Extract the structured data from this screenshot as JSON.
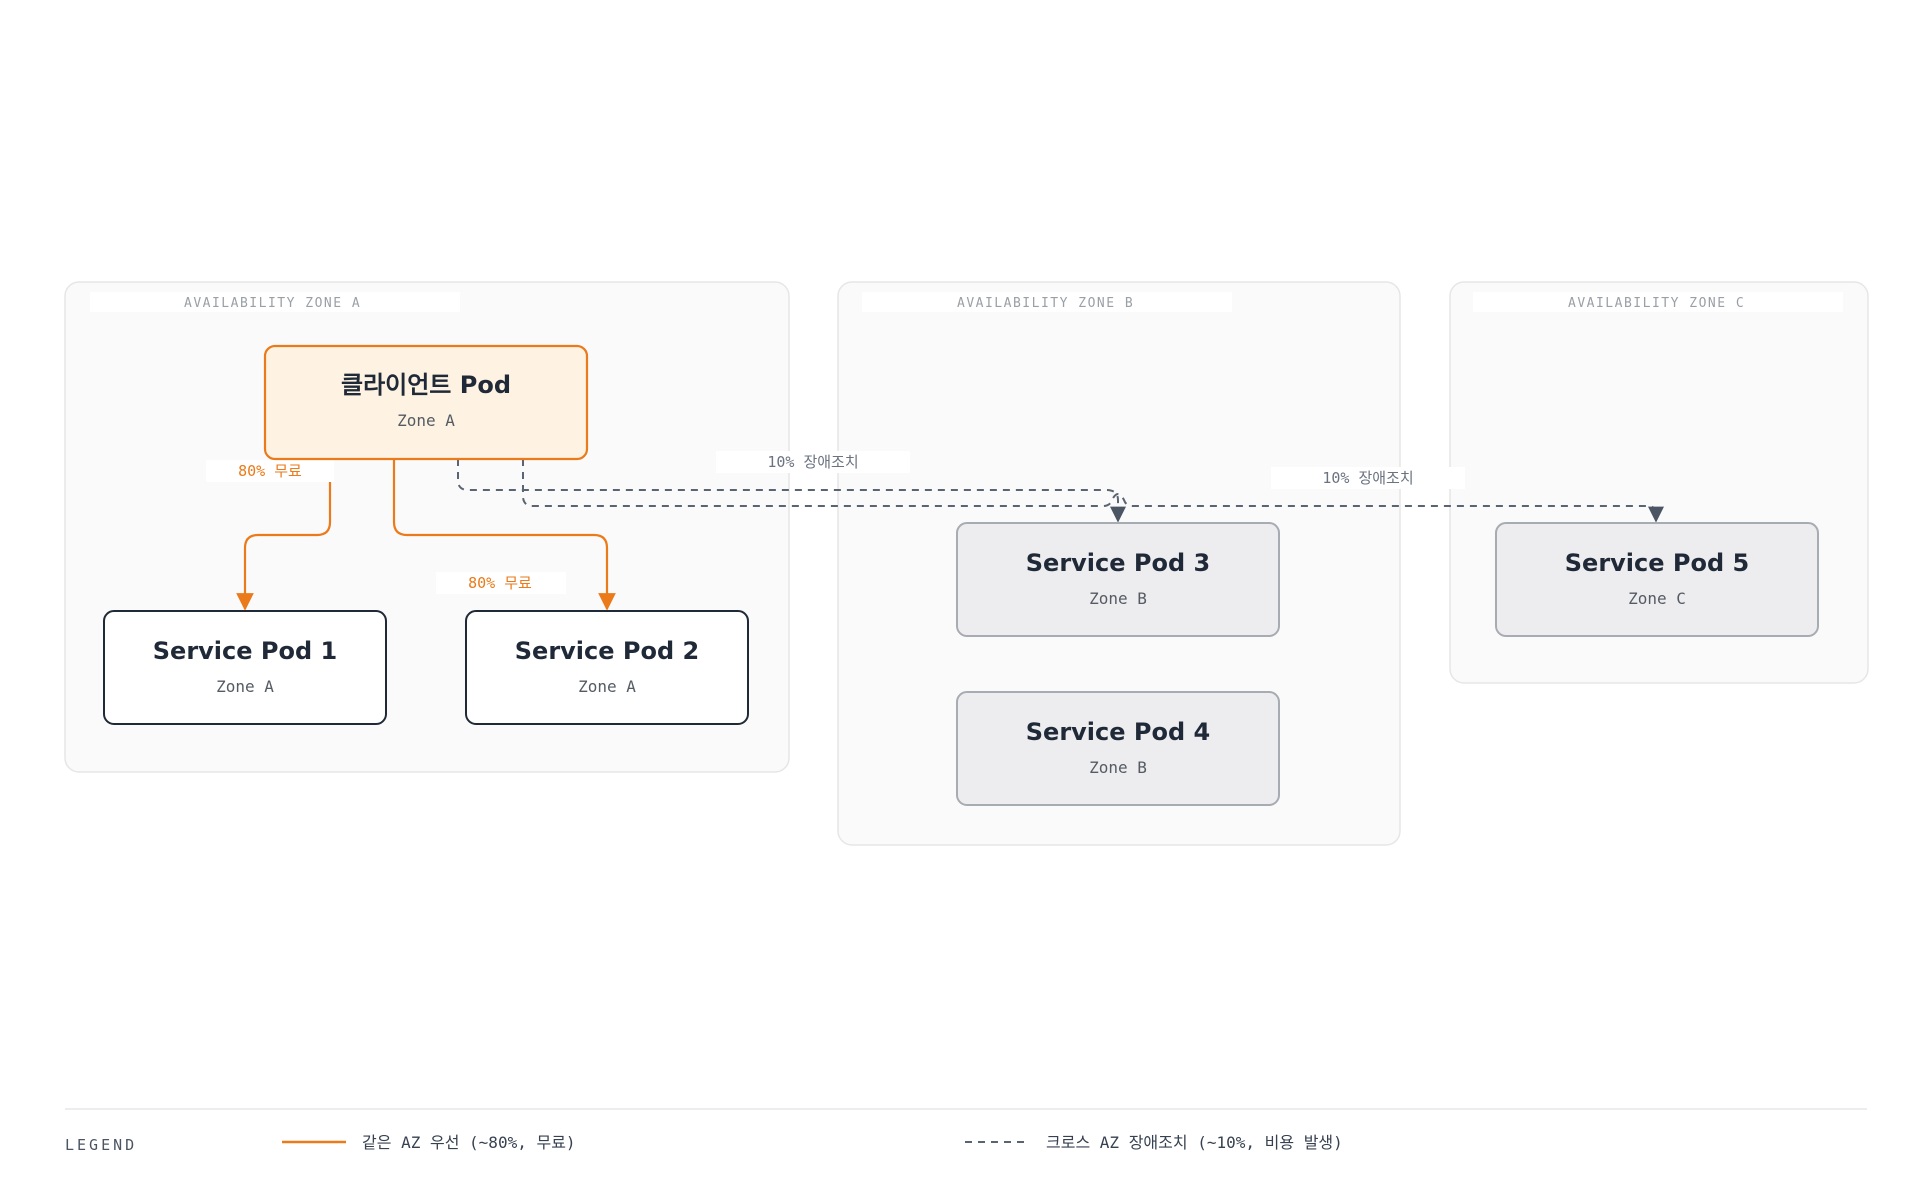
{
  "zones": [
    {
      "id": "a",
      "label": "AVAILABILITY ZONE A"
    },
    {
      "id": "b",
      "label": "AVAILABILITY ZONE B"
    },
    {
      "id": "c",
      "label": "AVAILABILITY ZONE C"
    }
  ],
  "nodes": {
    "client": {
      "title": "클라이언트 Pod",
      "zone": "Zone A"
    },
    "pod1": {
      "title": "Service Pod 1",
      "zone": "Zone A"
    },
    "pod2": {
      "title": "Service Pod 2",
      "zone": "Zone A"
    },
    "pod3": {
      "title": "Service Pod 3",
      "zone": "Zone B"
    },
    "pod4": {
      "title": "Service Pod 4",
      "zone": "Zone B"
    },
    "pod5": {
      "title": "Service Pod 5",
      "zone": "Zone C"
    }
  },
  "edges": {
    "to_pod1": "80% 무료",
    "to_pod2": "80% 무료",
    "to_pod3": "10% 장애조치",
    "to_pod5": "10% 장애조치"
  },
  "legend": {
    "title": "LEGEND",
    "same_az": "같은 AZ 우선 (~80%, 무료)",
    "cross_az": "크로스 AZ 장애조치 (~10%, 비용 발생)"
  },
  "colors": {
    "accent_orange": "#ea7a1a",
    "client_fill": "#fef3e2",
    "dashed_gray": "#5b6472",
    "remote_pod_fill": "#ededef"
  }
}
